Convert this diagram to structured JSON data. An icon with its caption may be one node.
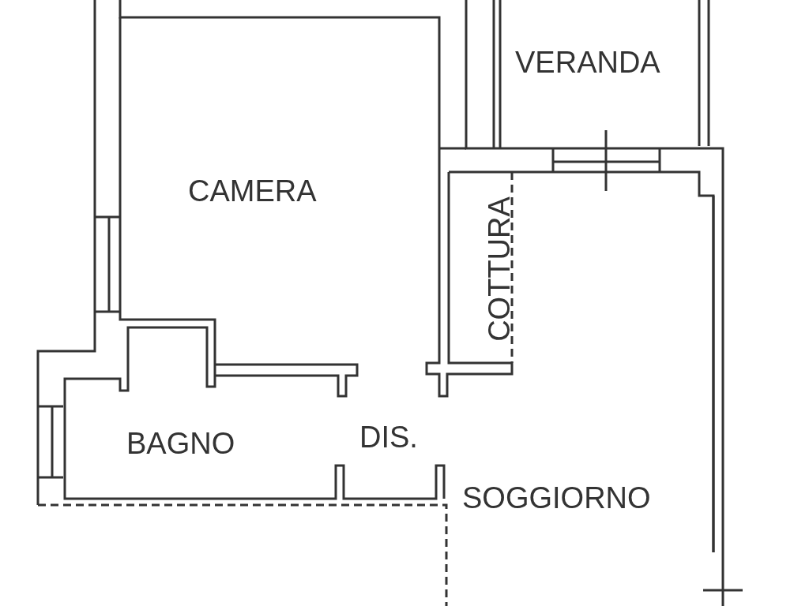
{
  "diagram": {
    "labels": [
      "VERANDA",
      "CAMERA",
      "COTTURA",
      "BAGNO",
      "DIS.",
      "SOGGIORNO"
    ]
  }
}
